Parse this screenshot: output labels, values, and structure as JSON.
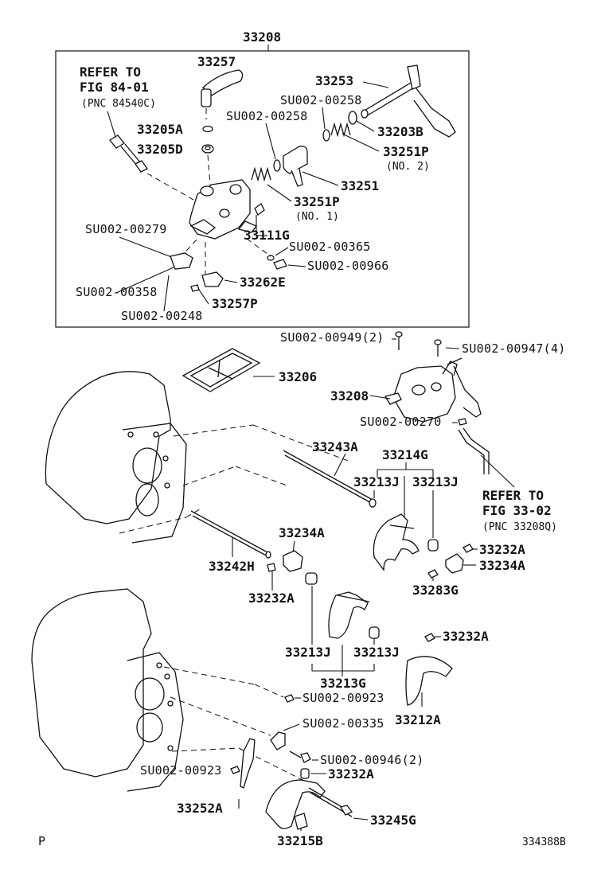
{
  "group_box_label": "33208",
  "refer_top": {
    "line1": "REFER TO",
    "line2": "FIG 84-01",
    "line3": "(PNC 84540C)"
  },
  "refer_right": {
    "line1": "REFER TO",
    "line2": "FIG 33-02",
    "line3": "(PNC 33208Q)"
  },
  "parts": {
    "p33257": "33257",
    "p33253": "33253",
    "su00258a": "SU002-00258",
    "su00258b": "SU002-00258",
    "p33205A": "33205A",
    "p33203B": "33203B",
    "p33205D": "33205D",
    "p33251P_2": "33251P",
    "no2": "(NO. 2)",
    "p33251": "33251",
    "p33251P_1": "33251P",
    "no1": "(NO. 1)",
    "su00279": "SU002-00279",
    "p33111G": "33111G",
    "su00365": "SU002-00365",
    "su00966": "SU002-00966",
    "su00358": "SU002-00358",
    "p33262E": "33262E",
    "p33257P": "33257P",
    "su00248": "SU002-00248",
    "su00949": "SU002-00949(2)",
    "su00947": "SU002-00947(4)",
    "p33206": "33206",
    "p33208b": "33208",
    "su00270": "SU002-00270",
    "p33243A": "33243A",
    "p33214G": "33214G",
    "p33213J_a": "33213J",
    "p33213J_b": "33213J",
    "p33234A_a": "33234A",
    "p33232A_a": "33232A",
    "p33242H": "33242H",
    "p33234A_b": "33234A",
    "p33232A_b": "33232A",
    "p33283G": "33283G",
    "p33232A_c": "33232A",
    "p33213J_c": "33213J",
    "p33213J_d": "33213J",
    "p33213G": "33213G",
    "su00923a": "SU002-00923",
    "p33212A": "33212A",
    "su00335": "SU002-00335",
    "su00946": "SU002-00946(2)",
    "su00923b": "SU002-00923",
    "p33232A_d": "33232A",
    "p33252A": "33252A",
    "p33245G": "33245G",
    "p33215B": "33215B"
  },
  "footer_left": "P",
  "footer_right": "334388B"
}
